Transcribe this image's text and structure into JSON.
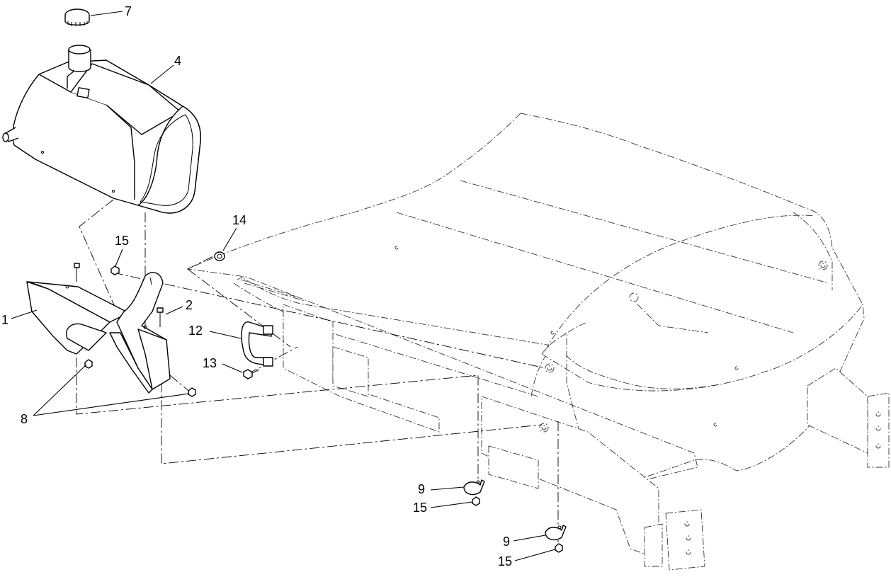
{
  "callouts": [
    {
      "id": "c7",
      "label": "7"
    },
    {
      "id": "c4",
      "label": "4"
    },
    {
      "id": "c14",
      "label": "14"
    },
    {
      "id": "c15a",
      "label": "15"
    },
    {
      "id": "c2",
      "label": "2"
    },
    {
      "id": "c1",
      "label": "1"
    },
    {
      "id": "c12",
      "label": "12"
    },
    {
      "id": "c13",
      "label": "13"
    },
    {
      "id": "c8",
      "label": "8"
    },
    {
      "id": "c9a",
      "label": "9"
    },
    {
      "id": "c15b",
      "label": "15"
    },
    {
      "id": "c9b",
      "label": "9"
    },
    {
      "id": "c15c",
      "label": "15"
    }
  ]
}
